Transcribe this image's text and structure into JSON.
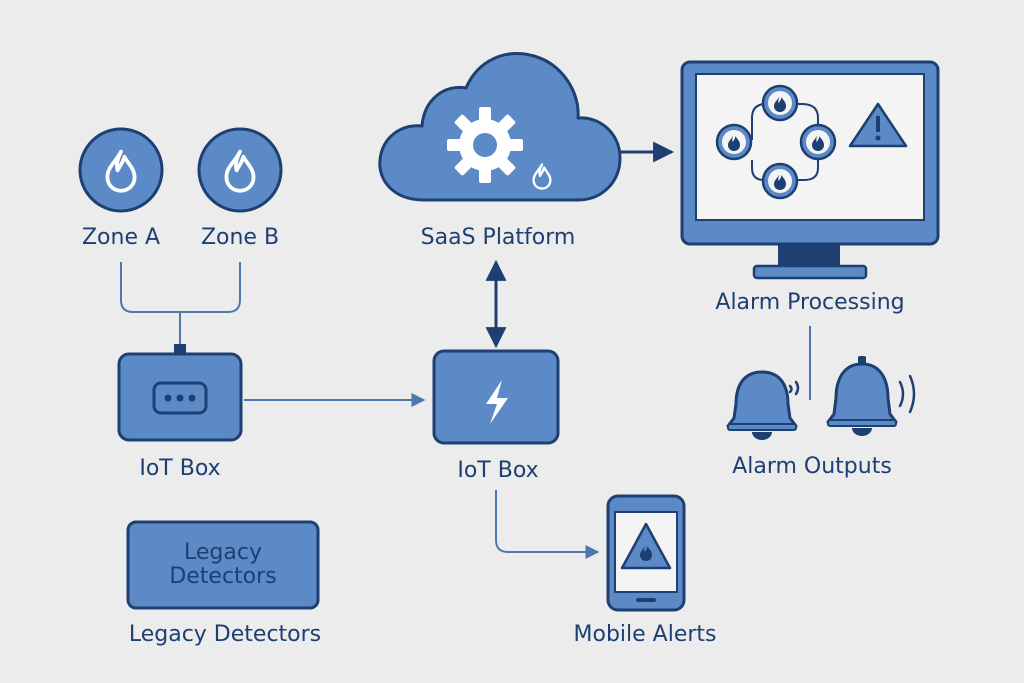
{
  "zones": [
    {
      "label": "Zone A",
      "icon": "flame-icon"
    },
    {
      "label": "Zone B",
      "icon": "flame-icon"
    }
  ],
  "iot_box_left": {
    "label": "IoT Box",
    "icon": "dots-icon"
  },
  "iot_box_center": {
    "label": "IoT Box",
    "icon": "lightning-icon"
  },
  "saas": {
    "label": "SaaS Platform",
    "icon": "cloud-gear-icon"
  },
  "alarm_processing": {
    "label": "Alarm Processing",
    "icon": "monitor-icon"
  },
  "alarm_outputs": {
    "label": "Alarm Outputs",
    "icon": "bell-icon"
  },
  "mobile": {
    "label": "Mobile Alerts",
    "icon": "phone-icon"
  },
  "legacy": {
    "box_line1": "Legacy",
    "box_line2": "Detectors",
    "label": "Legacy Detectors"
  },
  "colors": {
    "fill": "#5b8ac6",
    "stroke": "#1d3f72",
    "text": "#1d3f72",
    "background": "#ececec"
  }
}
